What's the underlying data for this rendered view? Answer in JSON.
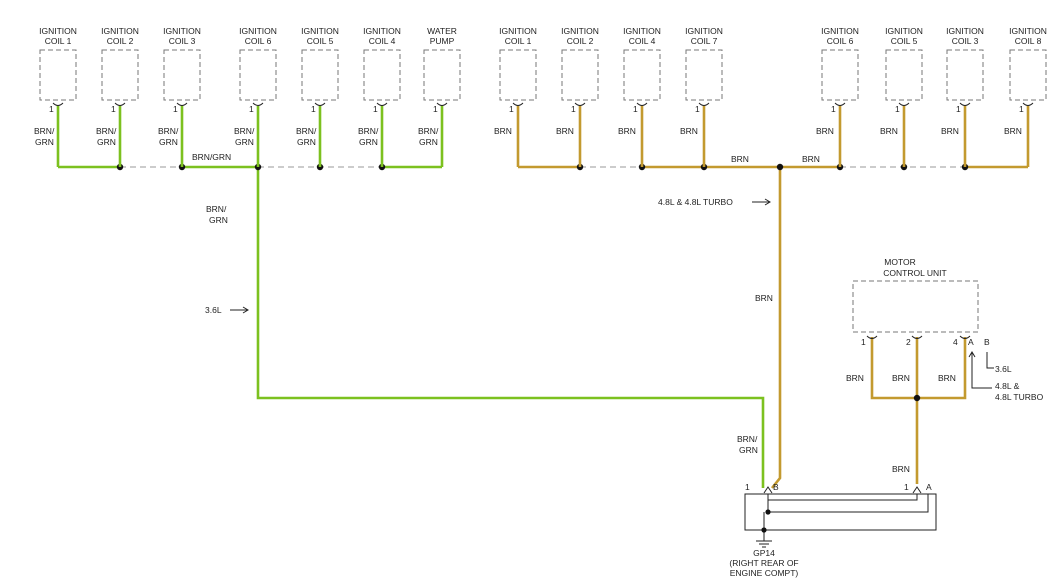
{
  "left_coils": [
    {
      "l1": "IGNITION",
      "l2": "COIL 1",
      "pin": "1",
      "wire1": "BRN/",
      "wire2": "GRN"
    },
    {
      "l1": "IGNITION",
      "l2": "COIL 2",
      "pin": "1",
      "wire1": "BRN/",
      "wire2": "GRN"
    },
    {
      "l1": "IGNITION",
      "l2": "COIL 3",
      "pin": "1",
      "wire1": "BRN/",
      "wire2": "GRN"
    },
    {
      "l1": "IGNITION",
      "l2": "COIL 6",
      "pin": "1",
      "wire1": "BRN/",
      "wire2": "GRN"
    },
    {
      "l1": "IGNITION",
      "l2": "COIL 5",
      "pin": "1",
      "wire1": "BRN/",
      "wire2": "GRN"
    },
    {
      "l1": "IGNITION",
      "l2": "COIL 4",
      "pin": "1",
      "wire1": "BRN/",
      "wire2": "GRN"
    },
    {
      "l1": "WATER",
      "l2": "PUMP",
      "pin": "1",
      "wire1": "BRN/",
      "wire2": "GRN"
    }
  ],
  "right_coils": [
    {
      "l1": "IGNITION",
      "l2": "COIL 1",
      "pin": "1",
      "wire1": "BRN",
      "wire2": ""
    },
    {
      "l1": "IGNITION",
      "l2": "COIL 2",
      "pin": "1",
      "wire1": "BRN",
      "wire2": ""
    },
    {
      "l1": "IGNITION",
      "l2": "COIL 4",
      "pin": "1",
      "wire1": "BRN",
      "wire2": ""
    },
    {
      "l1": "IGNITION",
      "l2": "COIL 7",
      "pin": "1",
      "wire1": "BRN",
      "wire2": ""
    },
    {
      "l1": "IGNITION",
      "l2": "COIL 6",
      "pin": "1",
      "wire1": "BRN",
      "wire2": ""
    },
    {
      "l1": "IGNITION",
      "l2": "COIL 5",
      "pin": "1",
      "wire1": "BRN",
      "wire2": ""
    },
    {
      "l1": "IGNITION",
      "l2": "COIL 3",
      "pin": "1",
      "wire1": "BRN",
      "wire2": ""
    },
    {
      "l1": "IGNITION",
      "l2": "COIL 8",
      "pin": "1",
      "wire1": "BRN",
      "wire2": ""
    }
  ],
  "labels": {
    "left_bus": "BRN/GRN",
    "right_bus_1": "BRN",
    "right_bus_2": "BRN",
    "left_trunk_1": "BRN/",
    "left_trunk_2": "GRN",
    "variant_36": "3.6L",
    "variant_48": "4.8L & 4.8L TURBO",
    "right_trunk": "BRN",
    "ground_in_1": "BRN/",
    "ground_in_2": "GRN",
    "mcu_out": "BRN",
    "gnd_pin_left": "1",
    "gnd_pin_b": "B",
    "gnd_pin_right": "1",
    "gnd_pin_a": "A",
    "ground_id": "GP14",
    "ground_loc_1": "(RIGHT REAR OF",
    "ground_loc_2": "ENGINE COMPT)"
  },
  "mcu": {
    "title1": "MOTOR",
    "title2": "CONTROL UNIT",
    "pin1": "1",
    "pin2": "2",
    "pin4": "4",
    "pinA": "A",
    "pinB": "B",
    "wire1": "BRN",
    "wire2": "BRN",
    "wire4": "BRN",
    "note_b": "3.6L",
    "note_a1": "4.8L &",
    "note_a2": "4.8L TURBO"
  },
  "colors": {
    "brn_grn": "#7cc11f",
    "brn": "#c39a2f"
  }
}
